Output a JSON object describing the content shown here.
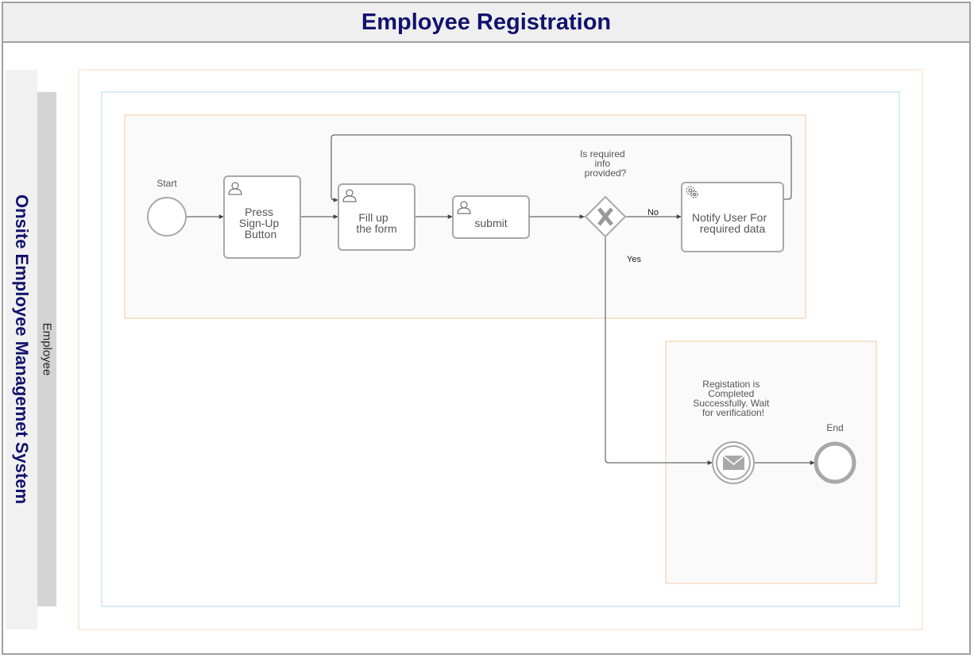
{
  "diagram": {
    "title": "Employee Registration",
    "pool_label": "Onsite Employee Managemet System",
    "lane_label": "Employee",
    "start_label": "Start",
    "end_label": "End",
    "tasks": {
      "press_signup": [
        "Press",
        "Sign-Up",
        "Button"
      ],
      "fill_form": [
        "Fill up",
        "the form"
      ],
      "submit": [
        "submit"
      ],
      "notify": [
        "Notify User For",
        "required data"
      ]
    },
    "gateway_question": [
      "Is required",
      "info",
      "provided?"
    ],
    "flow_no": "No",
    "flow_yes": "Yes",
    "message_text": [
      "Registation is",
      "Completed",
      "Successfully. Wait",
      "for verification!"
    ],
    "colors": {
      "title": "#12126e",
      "shape_stroke": "#a8a8a8",
      "group_orange": "#f5cba7",
      "group_blue": "#a9d2e8",
      "arrow": "#444444"
    }
  }
}
